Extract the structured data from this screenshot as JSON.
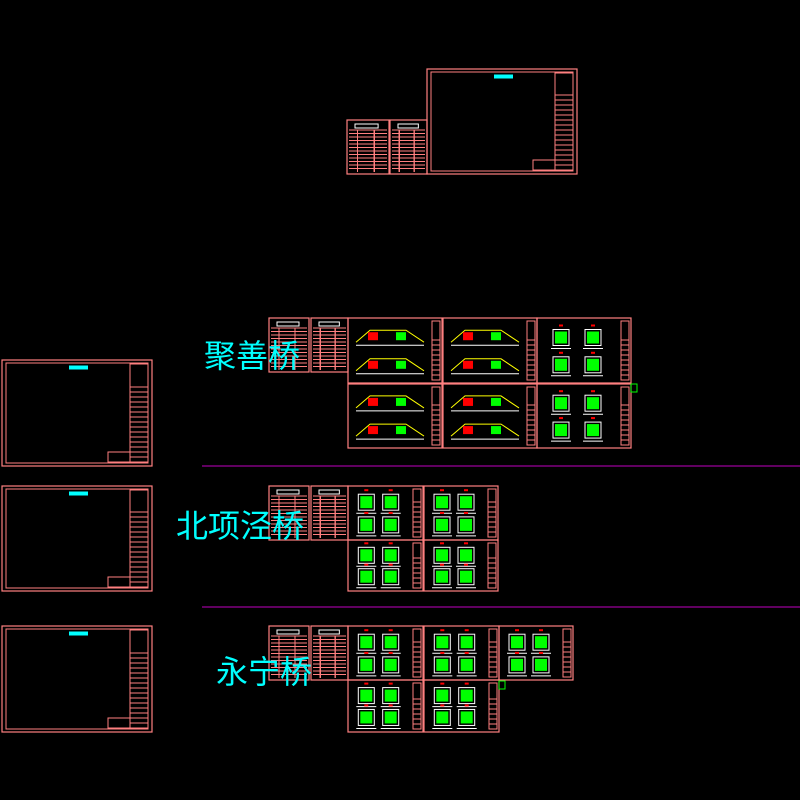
{
  "labels": {
    "juShan": "聚善桥",
    "beiXiangJing": "北项泾桥",
    "yongNing": "永宁桥"
  },
  "colors": {
    "background": "#000000",
    "sheet": "#ff8080",
    "label": "#00ffff",
    "divider": "#c000c0",
    "drawingGreen": "#00ff00",
    "drawingRed": "#ff0000",
    "drawingYellow": "#ffff00",
    "drawingWhite": "#ffffff",
    "drawingCyan": "#00ffff"
  }
}
